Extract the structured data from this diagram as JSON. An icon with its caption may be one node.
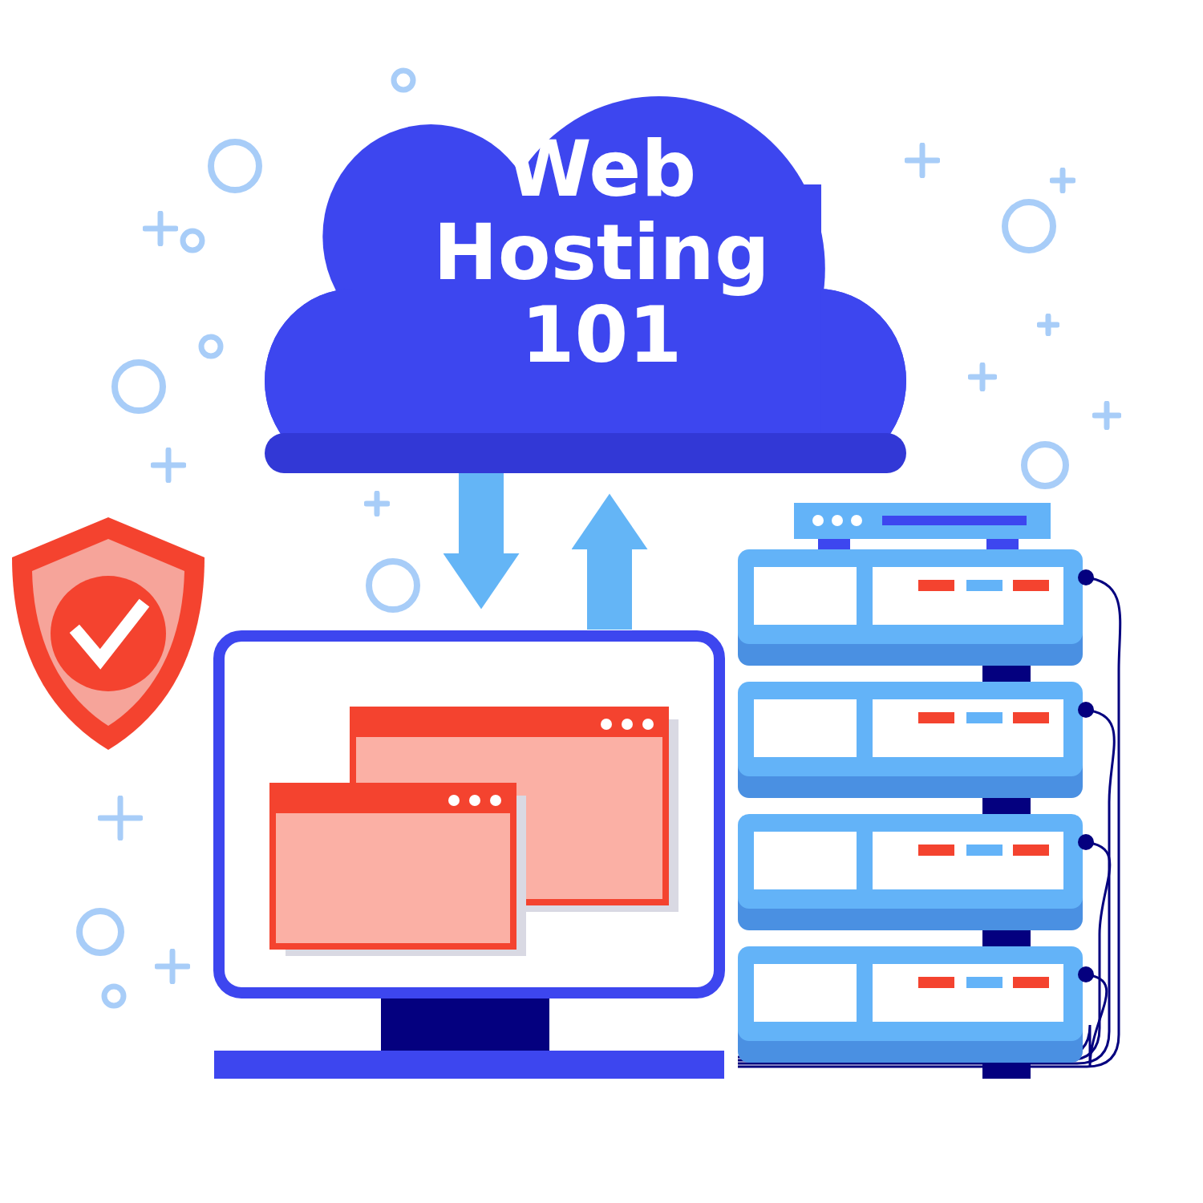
{
  "diagram": {
    "nodes": [
      {
        "text": [
          "Web Hosting 101"
        ]
      },
      {
        "text": [],
        "shape": "picture"
      },
      {
        "text": [],
        "shape": "picture"
      }
    ],
    "edges": [
      {
        "from": 0,
        "to": 1,
        "arrow": "to"
      },
      {
        "from": 1,
        "to": 0,
        "arrow": "to"
      }
    ]
  }
}
